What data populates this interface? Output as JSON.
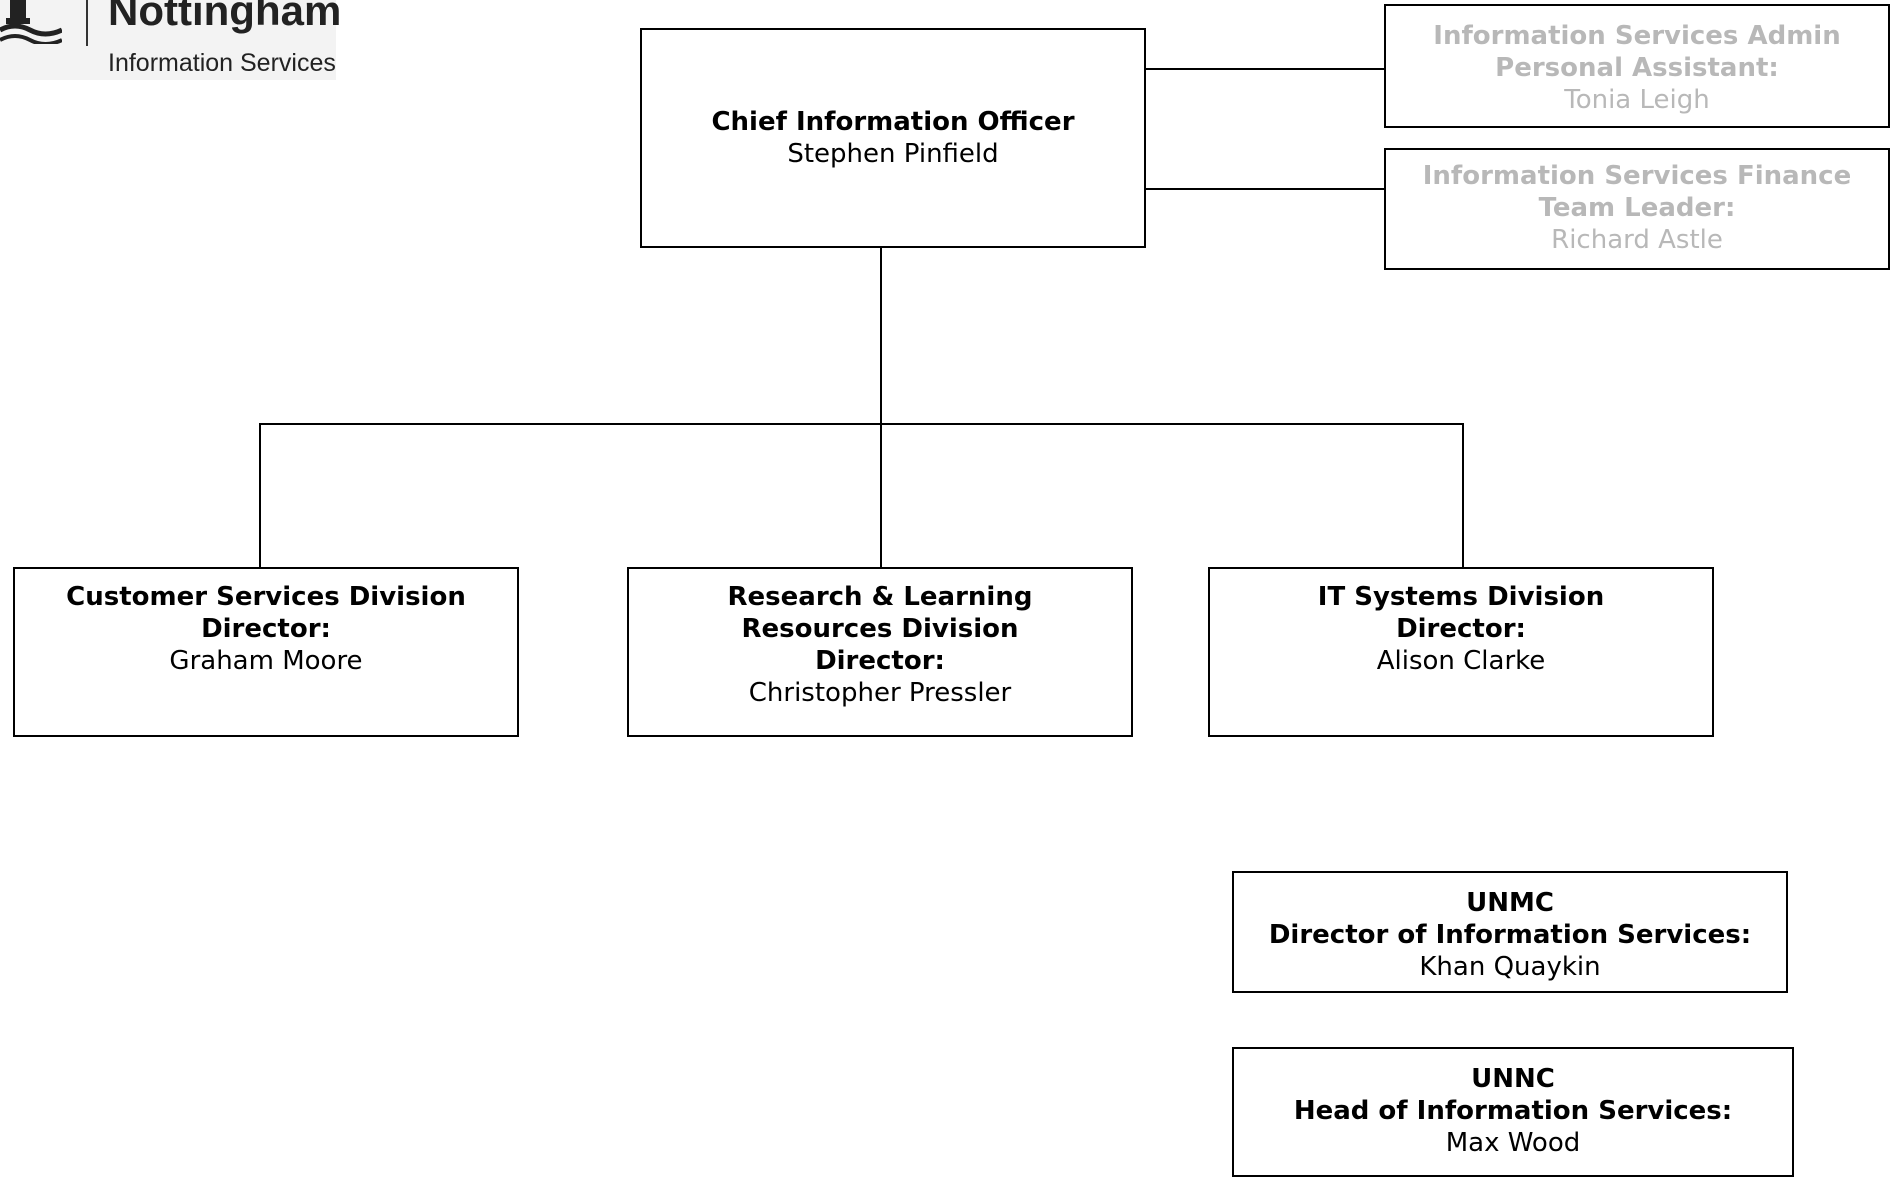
{
  "logo": {
    "title": "Nottingham",
    "subtitle": "Information Services",
    "icon": "castle-logo-icon"
  },
  "chief": {
    "role": "Chief Information Officer",
    "name": "Stephen Pinfield"
  },
  "assistants": [
    {
      "role_line1": "Information Services Admin",
      "role_line2": "Personal Assistant:",
      "name": "Tonia Leigh"
    },
    {
      "role_line1": "Information Services Finance",
      "role_line2": "Team Leader:",
      "name": "Richard Astle"
    }
  ],
  "divisions": [
    {
      "role_line1": "Customer Services Division",
      "role_line2": "Director:",
      "name": "Graham Moore"
    },
    {
      "role_line1": "Research & Learning",
      "role_line2": "Resources Division",
      "role_line3": "Director:",
      "name": "Christopher Pressler"
    },
    {
      "role_line1": "IT Systems Division",
      "role_line2": "Director:",
      "name": "Alison Clarke"
    }
  ],
  "campuses": [
    {
      "campus": "UNMC",
      "role": "Director of Information Services:",
      "name": "Khan Quaykin"
    },
    {
      "campus": "UNNC",
      "role": "Head of Information Services:",
      "name": "Max Wood"
    }
  ],
  "colors": {
    "muted_text": "#b8b8b8",
    "line": "#000000"
  }
}
